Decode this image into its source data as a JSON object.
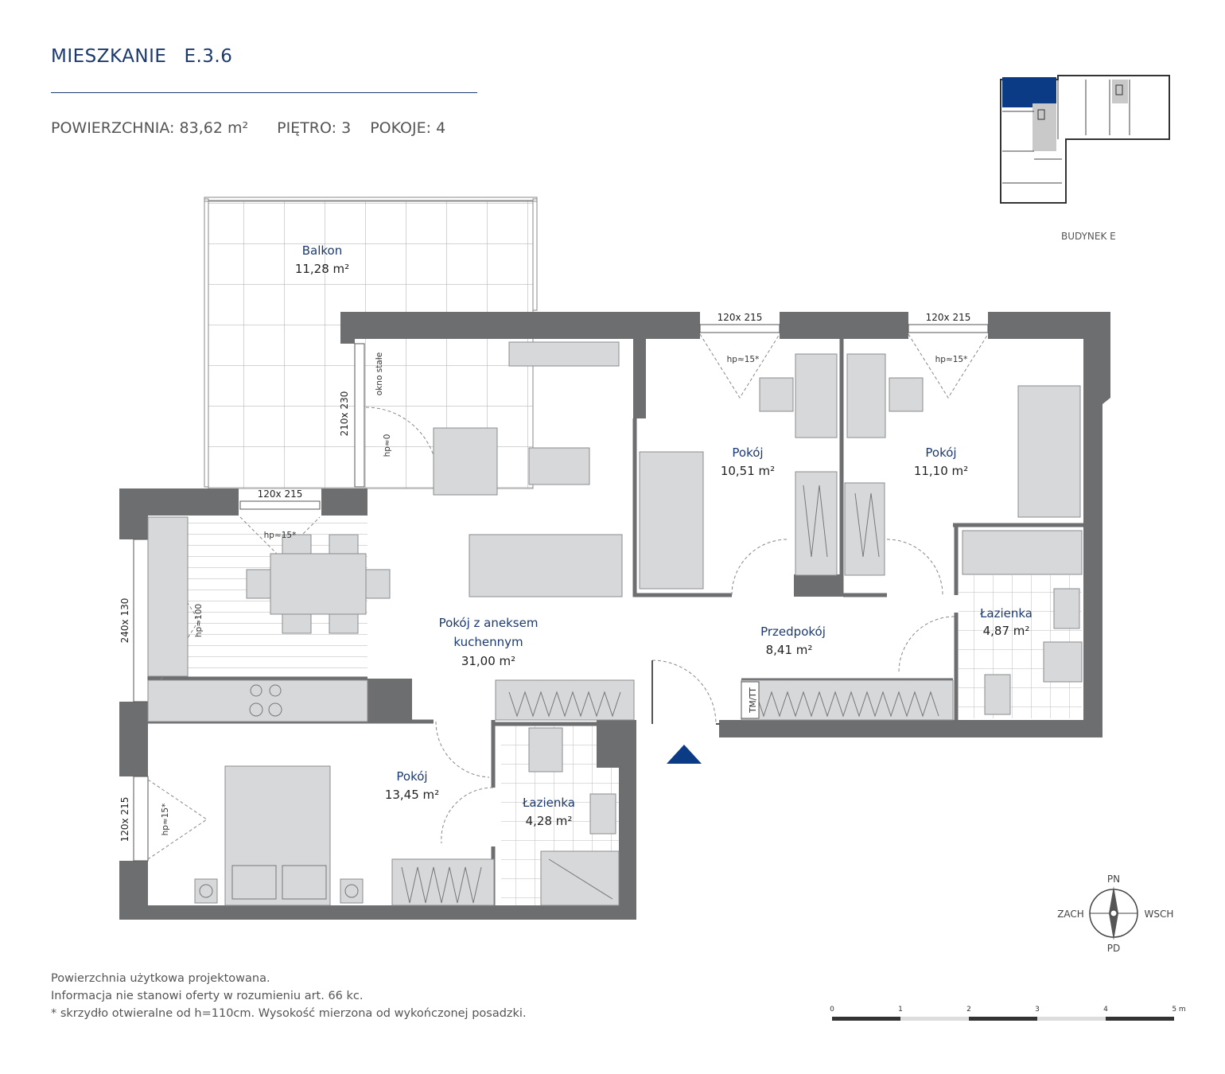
{
  "header": {
    "title_word": "MIESZKANIE",
    "title_code": "E.3.6",
    "area_label": "POWIERZCHNIA:",
    "area_value": "83,62 m²",
    "floor_label": "PIĘTRO:",
    "floor_value": "3",
    "rooms_label": "POKOJE:",
    "rooms_value": "4"
  },
  "building_label": "BUDYNEK E",
  "rooms": {
    "balkon": {
      "name": "Balkon",
      "area": "11,28 m²"
    },
    "pokoj_aneks": {
      "name_line1": "Pokój z aneksem",
      "name_line2": "kuchennym",
      "area": "31,00 m²"
    },
    "pokoj_1": {
      "name": "Pokój",
      "area": "10,51 m²"
    },
    "pokoj_2": {
      "name": "Pokój",
      "area": "11,10 m²"
    },
    "przedpokoj": {
      "name": "Przedpokój",
      "area": "8,41 m²"
    },
    "lazienka_1": {
      "name": "Łazienka",
      "area": "4,87 m²"
    },
    "pokoj_3": {
      "name": "Pokój",
      "area": "13,45 m²"
    },
    "lazienka_2": {
      "name": "Łazienka",
      "area": "4,28 m²"
    }
  },
  "window_labels": {
    "w_balcony": "120x 215",
    "w_top1": "120x 215",
    "w_top2": "120x 215",
    "w_left_kitchen": "240x 130",
    "w_left_bed": "120x 215",
    "w_balcony_door": "210x 230",
    "fixed_window": "okno stałe",
    "hp_15": "hp≈15*",
    "hp_0": "hp≈0",
    "hp_100": "hp≈100",
    "tm_tt": "TM/TT"
  },
  "compass": {
    "n": "PN",
    "s": "PD",
    "w": "ZACH",
    "e": "WSCH"
  },
  "scale": {
    "ticks": [
      "0",
      "1",
      "2",
      "3",
      "4",
      "5 m"
    ]
  },
  "footer": {
    "line1": "Powierzchnia użytkowa projektowana.",
    "line2": "Informacja nie stanowi oferty w rozumieniu art. 66 kc.",
    "line3": "* skrzydło otwieralne od h=110cm. Wysokość mierzona od wykończonej posadzki."
  },
  "colors": {
    "wall": "#6d6e70",
    "furniture": "#d7d8da",
    "accent": "#1c3a6e",
    "highlight": "#0b3b85"
  }
}
